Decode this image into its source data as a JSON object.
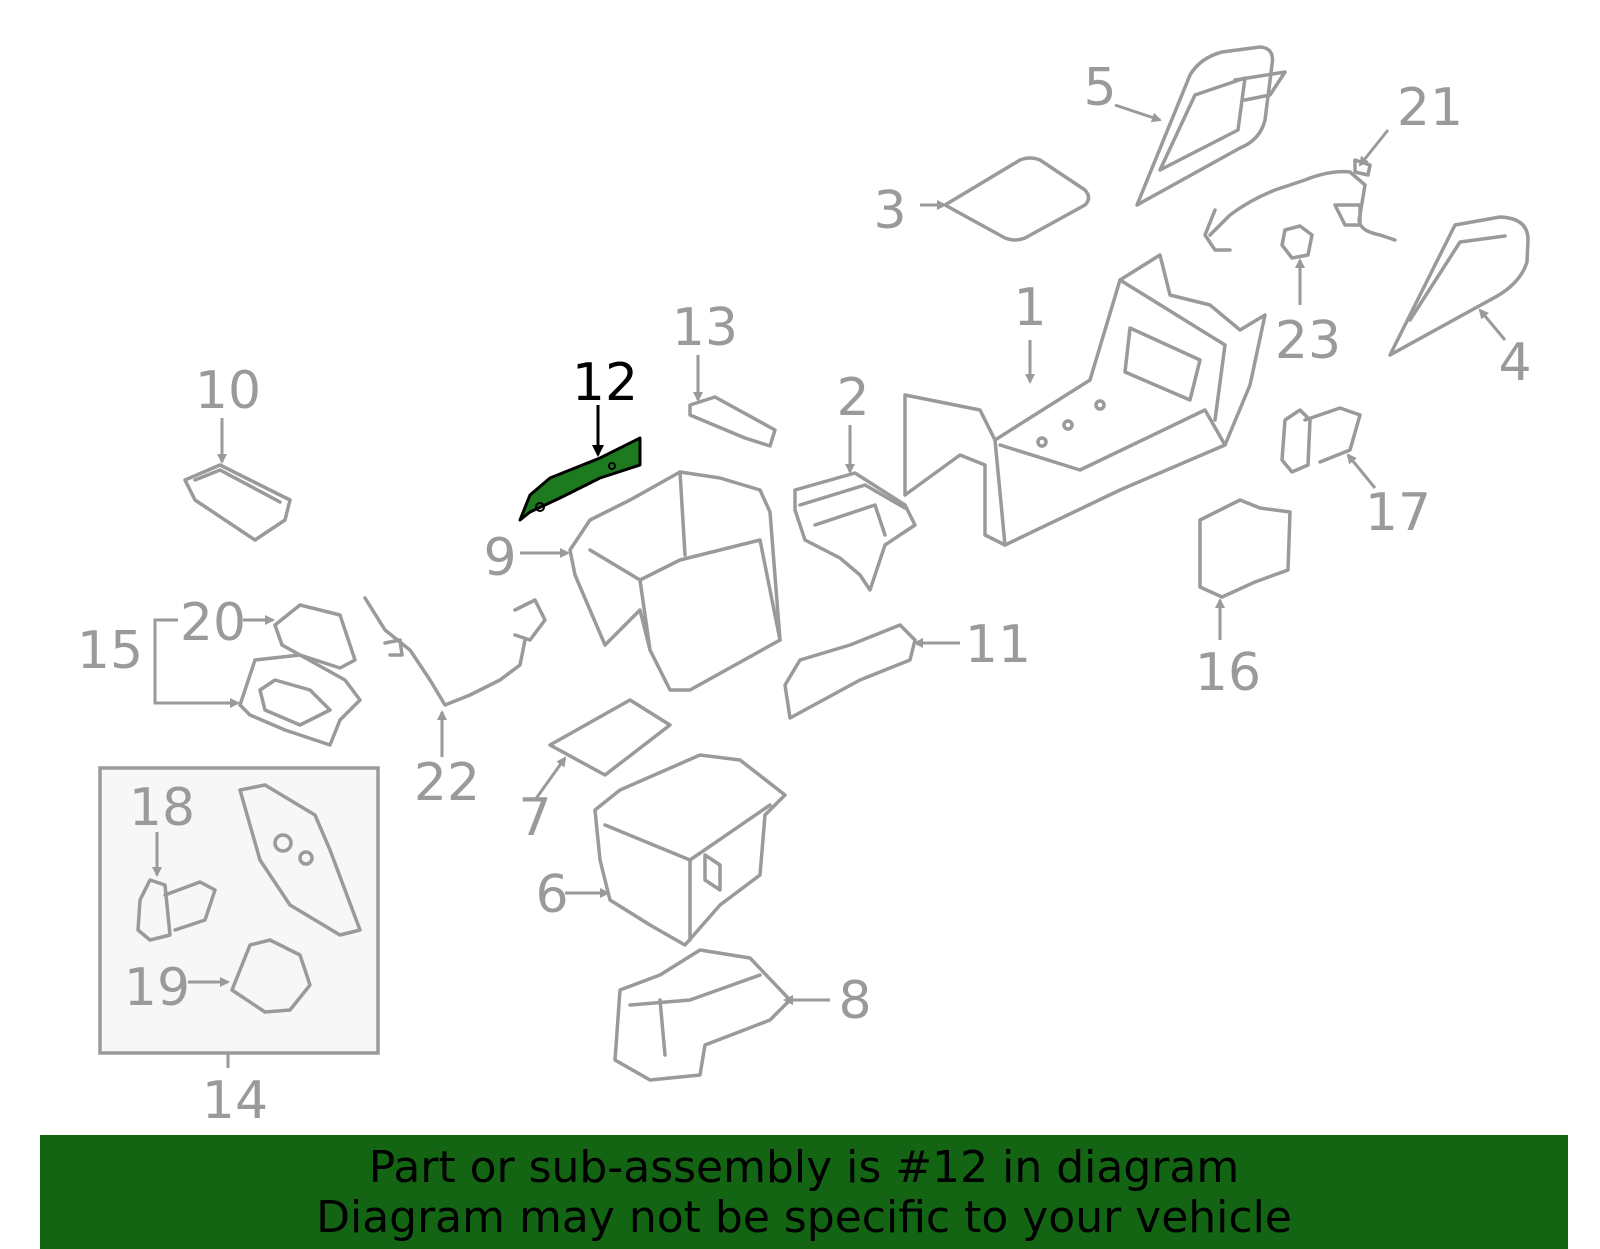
{
  "diagram": {
    "highlighted_part": "12",
    "highlight_color": "#1e7a1e",
    "line_color": "#9a9a9a",
    "callouts": {
      "c1": "1",
      "c2": "2",
      "c3": "3",
      "c4": "4",
      "c5": "5",
      "c6": "6",
      "c7": "7",
      "c8": "8",
      "c9": "9",
      "c10": "10",
      "c11": "11",
      "c12": "12",
      "c13": "13",
      "c14": "14",
      "c15": "15",
      "c16": "16",
      "c17": "17",
      "c18": "18",
      "c19": "19",
      "c20": "20",
      "c21": "21",
      "c22": "22",
      "c23": "23"
    }
  },
  "banner": {
    "background": "#136413",
    "line1": "Part or sub-assembly is #12 in diagram",
    "line2": "Diagram may not be specific to your vehicle"
  }
}
